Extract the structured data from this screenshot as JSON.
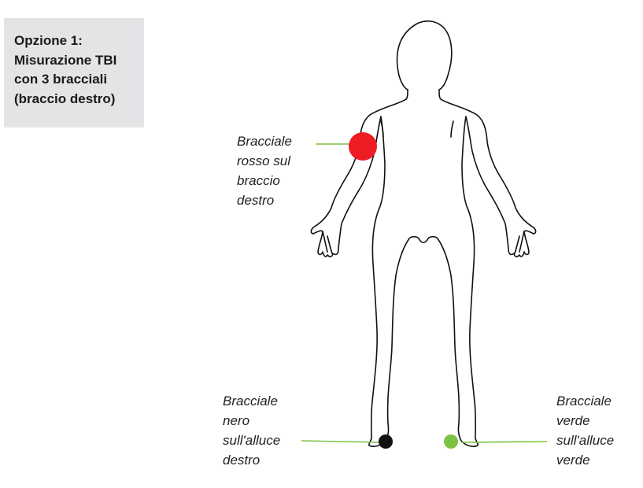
{
  "title": {
    "lines": [
      "Opzione 1:",
      "Misurazione TBI",
      "con 3 bracciali",
      "(braccio destro)"
    ]
  },
  "labels": {
    "red_cuff": [
      "Bracciale",
      "rosso sul",
      "braccio",
      "destro"
    ],
    "black_cuff": [
      "Bracciale",
      "nero",
      "sull'alluce",
      "destro"
    ],
    "green_cuff": [
      "Bracciale",
      "verde",
      "sull'alluce",
      "verde"
    ]
  },
  "colors": {
    "red_cuff": "#ee1c25",
    "black_cuff": "#111111",
    "green_cuff": "#7cc243",
    "leader_line": "#7cc243",
    "outline": "#111111",
    "title_bg": "#e3e4e6"
  }
}
